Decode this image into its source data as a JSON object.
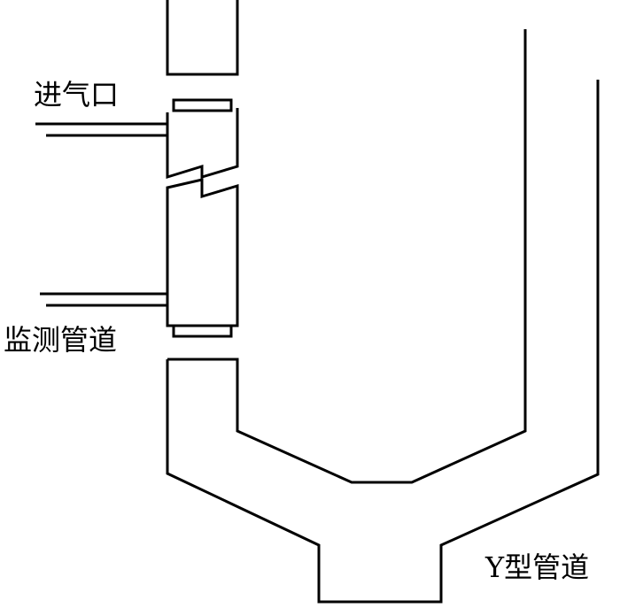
{
  "labels": {
    "inlet": "进气口",
    "monitor_pipe": "监测管道",
    "y_pipe": "Y型管道"
  },
  "colors": {
    "line": "#000000",
    "background": "#ffffff"
  }
}
